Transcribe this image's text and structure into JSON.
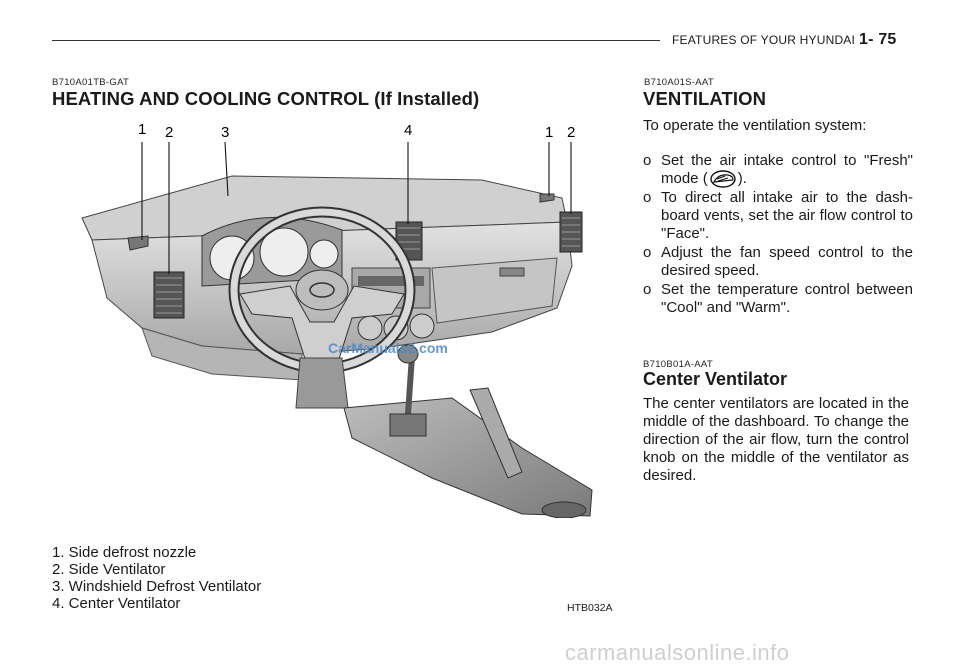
{
  "header": {
    "section": "FEATURES OF YOUR HYUNDAI",
    "page": "1- 75"
  },
  "left": {
    "code": "B710A01TB-GAT",
    "title": "HEATING AND COOLING CONTROL (If Installed)",
    "callouts": [
      "1",
      "2",
      "3",
      "4",
      "1",
      "2"
    ],
    "legend": [
      "1. Side defrost nozzle",
      "2. Side Ventilator",
      "3. Windshield Defrost Ventilator",
      "4. Center Ventilator"
    ],
    "figure_code": "HTB032A",
    "watermark": "CarManuals2.com"
  },
  "ventilation": {
    "code": "B710A01S-AAT",
    "title": "VENTILATION",
    "intro": "To operate the ventilation system:",
    "bullet": "o",
    "items": [
      {
        "pre": "Set the air intake control to \"Fresh\" mode (",
        "icon": "fresh-air-icon",
        "post": ")."
      },
      {
        "text": "To direct all intake air to the dash-board vents, set the air flow control to \"Face\"."
      },
      {
        "text": "Adjust the fan speed control to the desired speed."
      },
      {
        "text": "Set the temperature control between \"Cool\" and \"Warm\"."
      }
    ]
  },
  "center": {
    "code": "B710B01A-AAT",
    "title": "Center Ventilator",
    "body": "The center ventilators are located in the middle of the dashboard. To change the direction of the air flow, turn the control knob on the middle of the ventilator as desired."
  },
  "footer": {
    "watermark": "carmanualsonline.info"
  }
}
